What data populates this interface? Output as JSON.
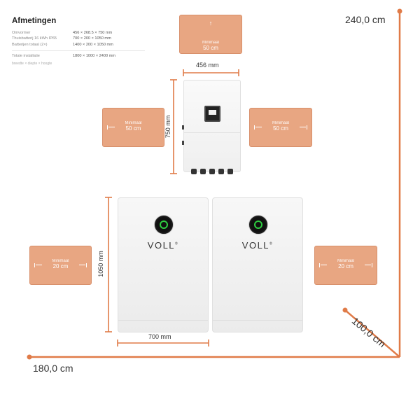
{
  "spec": {
    "title": "Afmetingen",
    "rows": [
      {
        "label": "Omvormer",
        "value": "456 × 268.5 × 750 mm"
      },
      {
        "label": "Thuisbatterij 16 kWh IP65",
        "value": "700 × 200 × 1050 mm"
      },
      {
        "label": "Batterijen totaal (2×)",
        "value": "1400 × 200 × 1050 mm"
      }
    ],
    "total": {
      "label": "Totale installatie",
      "value": "1800 × 1000 × 2400 mm"
    },
    "footnote": "breedte × diepte × hoogte"
  },
  "clearances": {
    "top": {
      "caption": "Minimaal",
      "value": "50 cm"
    },
    "inverter_left": {
      "caption": "Minimaal",
      "value": "50 cm"
    },
    "inverter_right": {
      "caption": "Minimaal",
      "value": "50 cm"
    },
    "battery_left": {
      "caption": "Minimaal",
      "value": "20 cm"
    },
    "battery_right": {
      "caption": "Minimaal",
      "value": "20 cm"
    }
  },
  "dimensions": {
    "inverter_width": "456 mm",
    "inverter_height": "750 mm",
    "battery_height": "1050 mm",
    "battery_width": "700 mm"
  },
  "room": {
    "height": "240,0 cm",
    "depth": "100,0 cm",
    "width": "180,0 cm"
  },
  "battery_brand": "VOLL",
  "colors": {
    "clearance": "#e8a682",
    "line": "#e07b48",
    "logo_ring": "#2ecc40"
  }
}
